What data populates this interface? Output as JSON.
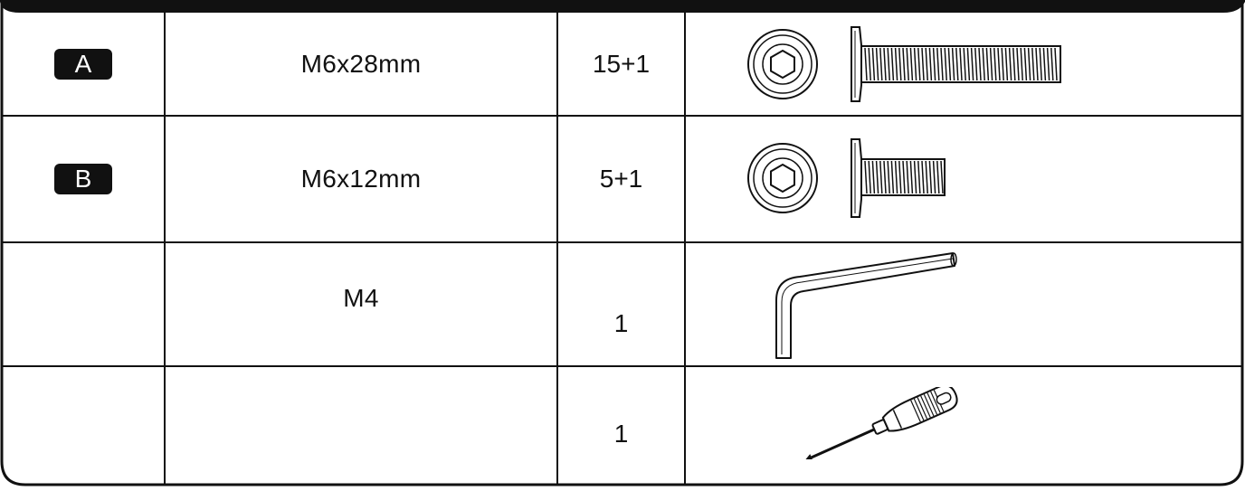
{
  "parts_table": {
    "rows": [
      {
        "label": "A",
        "spec": "M6x28mm",
        "qty": "15+1",
        "icon": "hex-socket-bolt-long-icon"
      },
      {
        "label": "B",
        "spec": "M6x12mm",
        "qty": "5+1",
        "icon": "hex-socket-bolt-short-icon"
      },
      {
        "label": "",
        "spec": "M4",
        "qty": "1",
        "icon": "allen-key-icon"
      },
      {
        "label": "",
        "spec": "",
        "qty": "1",
        "icon": "screwdriver-icon"
      }
    ]
  },
  "colors": {
    "line": "#111111",
    "badge_bg": "#111111",
    "badge_text": "#ffffff",
    "background": "#ffffff"
  }
}
